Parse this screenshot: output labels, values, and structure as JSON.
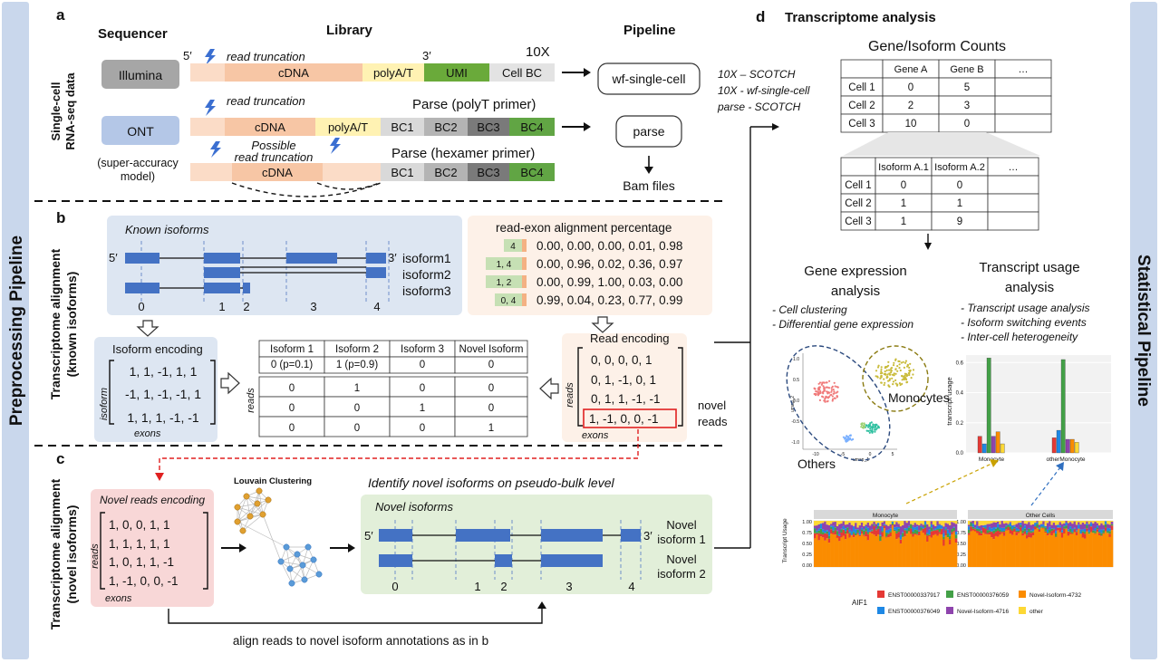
{
  "side": {
    "left": "Preprocessing Pipeline",
    "right": "Statistical Pipeline"
  },
  "panel_a": {
    "letter": "a",
    "col_sequencer": "Sequencer",
    "col_library": "Library",
    "col_pipeline": "Pipeline",
    "row_label_1": "Single-cell",
    "row_label_2": "RNA-seq data",
    "illumina": "Illumina",
    "ont": "ONT",
    "sup_1": "(super-accuracy",
    "sup_2": "model)",
    "five": "5′",
    "three": "3′",
    "read_trunc": "read truncation",
    "possible_1": "Possible",
    "possible_2": "read truncation",
    "tenx": "10X",
    "parse_polyT": "Parse (polyT primer)",
    "parse_hex": "Parse (hexamer primer)",
    "seg_cdna": "cDNA",
    "seg_polya": "polyA/T",
    "seg_umi": "UMI",
    "seg_cellbc": "Cell BC",
    "bc1": "BC1",
    "bc2": "BC2",
    "bc3": "BC3",
    "bc4": "BC4",
    "pipe_wf": "wf-single-cell",
    "pipe_parse": "parse",
    "bam": "Bam files",
    "map_1": "10X – SCOTCH",
    "map_2": "10X - wf-single-cell",
    "map_3": "parse - SCOTCH"
  },
  "panel_b": {
    "letter": "b",
    "side_1": "Transcriptome alignment",
    "side_2": "(known isoforms)",
    "known": "Known isoforms",
    "five": "5′",
    "three": "3′",
    "iso1": "isoform1",
    "iso2": "isoform2",
    "iso3": "isoform3",
    "exon_nums": [
      "0",
      "1",
      "2",
      "3",
      "4"
    ],
    "pct_title": "read-exon alignment percentage",
    "pct_rows": [
      {
        "tag": "4",
        "vals": "0.00, 0.00, 0.00, 0.01, 0.98"
      },
      {
        "tag": "1, 4",
        "vals": "0.00, 0.96, 0.02, 0.36, 0.97"
      },
      {
        "tag": "1, 2",
        "vals": "0.00, 0.99, 1.00, 0.03, 0.00"
      },
      {
        "tag": "0, 4",
        "vals": "0.99, 0.04, 0.23, 0.77, 0.99"
      }
    ],
    "iso_enc_title": "Isoform encoding",
    "iso_enc_rows": [
      "1, 1, -1, 1, 1",
      "-1, 1, -1, -1, 1",
      "1, 1, 1, -1, -1"
    ],
    "iso_axis": "isoform",
    "exons": "exons",
    "reads": "reads",
    "table_headers": [
      "Isoform 1",
      "Isoform 2",
      "Isoform 3",
      "Novel Isoform"
    ],
    "table_rows": [
      [
        "0 (p=0.1)",
        "1 (p=0.9)",
        "0",
        "0"
      ],
      [
        "0",
        "1",
        "0",
        "0"
      ],
      [
        "0",
        "0",
        "1",
        "0"
      ],
      [
        "0",
        "0",
        "0",
        "1"
      ]
    ],
    "read_enc_title": "Read encoding",
    "read_enc_rows": [
      "0, 0,  0, 0, 1",
      "0, 1, -1, 0, 1",
      "0, 1,  1, -1, -1",
      "1, -1, 0, 0, -1"
    ],
    "novel_1": "novel",
    "novel_2": "reads"
  },
  "panel_c": {
    "letter": "c",
    "side_1": "Transcriptome alignment",
    "side_2": "(novel isoforms)",
    "nre_title": "Novel reads encoding",
    "nre_rows": [
      "1,  0,  0,  1,  1",
      "1,  1,  1,  1,  1",
      "1,  0,  1,  1, -1",
      "1, -1, 0,  0, -1"
    ],
    "reads": "reads",
    "exons": "exons",
    "louvain": "Louvain Clustering",
    "identify": "Identify novel isoforms on pseudo-bulk level",
    "novel_iso": "Novel isoforms",
    "five": "5′",
    "three": "3′",
    "niso1_a": "Novel",
    "niso1_b": "isoform 1",
    "niso2_a": "Novel",
    "niso2_b": "isoform 2",
    "exon_nums": [
      "0",
      "1",
      "2",
      "3",
      "4"
    ],
    "align_note": "align reads to novel isoform annotations as in b"
  },
  "panel_d": {
    "letter": "d",
    "title": "Transcriptome analysis",
    "counts_title": "Gene/Isoform Counts",
    "gene_headers": [
      "",
      "Gene A",
      "Gene B",
      "…"
    ],
    "gene_rows": [
      [
        "Cell 1",
        "0",
        "5",
        ""
      ],
      [
        "Cell 2",
        "2",
        "3",
        ""
      ],
      [
        "Cell 3",
        "10",
        "0",
        ""
      ]
    ],
    "iso_headers": [
      "",
      "Isoform A.1",
      "Isoform A.2",
      "…"
    ],
    "iso_rows": [
      [
        "Cell 1",
        "0",
        "0",
        ""
      ],
      [
        "Cell 2",
        "1",
        "1",
        ""
      ],
      [
        "Cell 3",
        "1",
        "9",
        ""
      ]
    ],
    "gea_1": "Gene expression",
    "gea_2": "analysis",
    "gea_items": [
      "- Cell clustering",
      "- Differential gene expression"
    ],
    "tua_1": "Transcript usage",
    "tua_2": "analysis",
    "tua_items": [
      "- Transcript usage analysis",
      "- Isoform switching events",
      "- Inter-cell heterogeneity"
    ],
    "umap_x": "umap_1",
    "umap_y": "umap_2",
    "umap_yticks": [
      "1.0",
      "0.5",
      "0.0",
      "-0.5",
      "-1.0"
    ],
    "umap_xticks": [
      "-10",
      "-5",
      "0",
      "5"
    ],
    "monocytes": "Monocytes",
    "others": "Others",
    "bar_ylabel": "transcript usage",
    "bar_yticks": [
      "0.6",
      "0.4",
      "0.2",
      "0.0"
    ],
    "bar_xlabels": [
      "Monocyte",
      "otherMonocyte"
    ],
    "stack_titles": [
      "Monocyte",
      "Other Cells"
    ],
    "stack_ylabel": "Transcript Usage",
    "stack_yticks": [
      "1.00",
      "0.75",
      "0.50",
      "0.25",
      "0.00"
    ],
    "gene_label": "AIF1",
    "legend": [
      {
        "name": "ENST00000337917",
        "color": "#e53935"
      },
      {
        "name": "ENST00000376059",
        "color": "#43a047"
      },
      {
        "name": "Novel-Isoform-4732",
        "color": "#fb8c00"
      },
      {
        "name": "ENST00000376049",
        "color": "#1e88e5"
      },
      {
        "name": "Novel-Isoform-4716",
        "color": "#8e44ad"
      },
      {
        "name": "other",
        "color": "#fdd835"
      }
    ]
  },
  "chart_data": [
    {
      "type": "bar",
      "categories": [
        "Monocyte",
        "otherMonocyte"
      ],
      "series": [
        {
          "name": "ENST00000337917",
          "values": [
            0.11,
            0.1
          ]
        },
        {
          "name": "ENST00000376049",
          "values": [
            0.06,
            0.15
          ]
        },
        {
          "name": "ENST00000376059",
          "values": [
            0.63,
            0.62
          ]
        },
        {
          "name": "Novel-Isoform-4716",
          "values": [
            0.11,
            0.09
          ]
        },
        {
          "name": "Novel-Isoform-4732",
          "values": [
            0.14,
            0.09
          ]
        },
        {
          "name": "other",
          "values": [
            0.06,
            0.07
          ]
        }
      ],
      "ylabel": "transcript usage",
      "ylim": [
        0,
        0.65
      ],
      "grid": true
    }
  ],
  "colors": {
    "cdna": "#f7c6a5",
    "cdna_light": "#fbdcc7",
    "polya": "#fff2b3",
    "umi": "#6aaa3a",
    "cellbc": "#e3e3e3",
    "bc1": "#d9d9d9",
    "bc2": "#b4b4b4",
    "bc3": "#7a7a7a",
    "bc4": "#61a544",
    "exon": "#4472c4",
    "iso1": "#d9731a",
    "iso2": "#7ea6e0",
    "iso3": "#7030a0",
    "novel_red": "#e02020",
    "novel1": "#c9a100",
    "novel2": "#2f6fc0"
  }
}
